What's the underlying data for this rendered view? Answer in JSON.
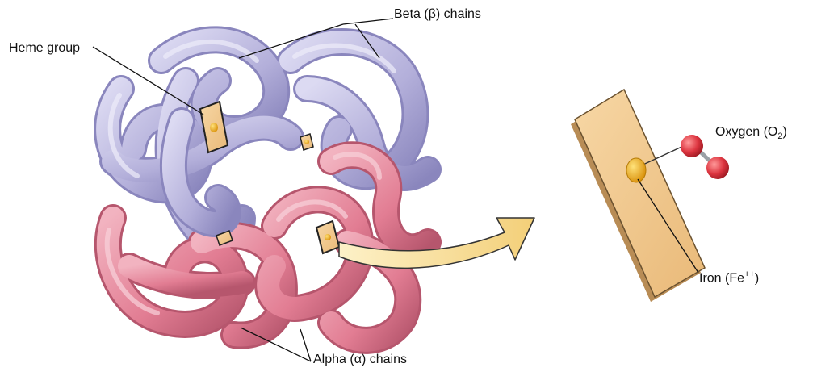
{
  "labels": {
    "beta": {
      "text": "Beta (β) chains"
    },
    "heme": {
      "text": "Heme group"
    },
    "oxygen": {
      "prefix": "Oxygen (O",
      "sub": "2",
      "suffix": ")"
    },
    "iron": {
      "prefix": "Iron (Fe",
      "sup": "++",
      "suffix": ")"
    },
    "alpha": {
      "text": "Alpha (α) chains"
    }
  },
  "colors": {
    "beta_chain": "#b9b6dc",
    "beta_shadow": "#8e8bc0",
    "alpha_chain": "#e4889b",
    "alpha_shadow": "#b85d73",
    "heme_plate": "#f2c88a",
    "iron": "#e8a410",
    "oxygen": "#d9303a",
    "arrow": "#f7d98c"
  }
}
